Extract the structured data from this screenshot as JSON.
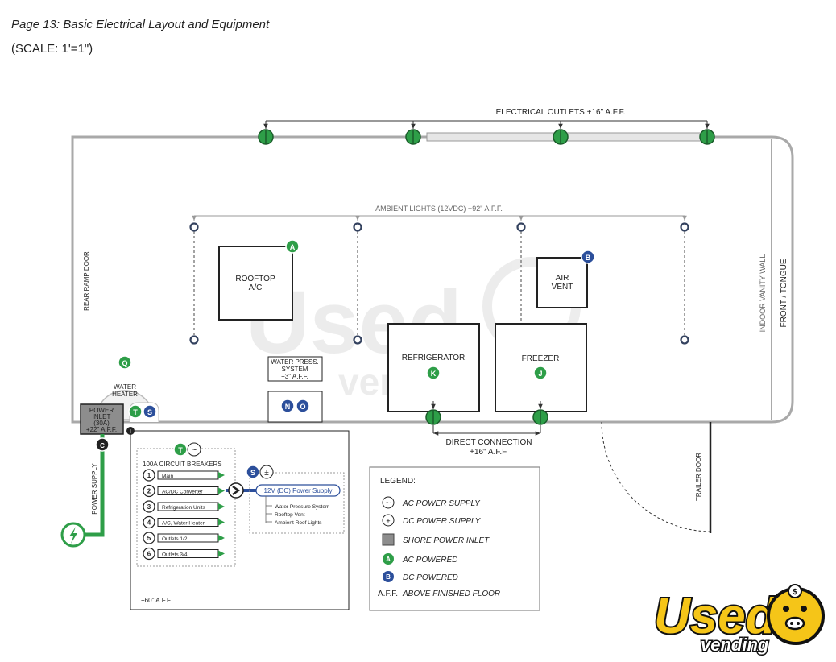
{
  "header": {
    "title": "Page 13: Basic Electrical Layout and Equipment",
    "scale": "(SCALE: 1'=1\")"
  },
  "labels": {
    "electrical_outlets": "ELECTRICAL OUTLETS +16\" A.F.F.",
    "ambient_lights": "AMBIENT LIGHTS (12VDC) +92\" A.F.F.",
    "rear_ramp_door": "REAR RAMP DOOR",
    "front_tongue": "FRONT / TONGUE",
    "indoor_vanity_wall": "INDOOR VANITY WALL",
    "trailer_door": "TRAILER DOOR",
    "direct_connection_1": "DIRECT CONNECTION",
    "direct_connection_2": "+16\" A.F.F.",
    "power_supply": "POWER SUPPLY",
    "aff_60": "+60\" A.F.F."
  },
  "equipment": {
    "rooftop_ac_1": "ROOFTOP",
    "rooftop_ac_2": "A/C",
    "air_vent_1": "AIR",
    "air_vent_2": "VENT",
    "refrigerator": "REFRIGERATOR",
    "freezer": "FREEZER",
    "water_heater_1": "WATER",
    "water_heater_2": "HEATER",
    "water_press_1": "WATER PRESS.",
    "water_press_2": "SYSTEM",
    "water_press_3": "+3\" A.F.F.",
    "power_inlet_1": "POWER",
    "power_inlet_2": "INLET",
    "power_inlet_3": "(30A)",
    "power_inlet_4": "+22\" A.F.F."
  },
  "badges": {
    "a": "A",
    "b": "B",
    "k": "K",
    "j": "J",
    "q": "Q",
    "t": "T",
    "s": "S",
    "n": "N",
    "o": "O",
    "c": "C",
    "i": "I"
  },
  "panel": {
    "title": "100A CIRCUIT BREAKERS",
    "breakers": [
      {
        "num": "1",
        "label": "Main"
      },
      {
        "num": "2",
        "label": "AC/DC Converter"
      },
      {
        "num": "3",
        "label": "Refrigeration Units"
      },
      {
        "num": "4",
        "label": "A/C, Water Heater"
      },
      {
        "num": "5",
        "label": "Outlets 1/2"
      },
      {
        "num": "6",
        "label": "Outlets 3/4"
      }
    ],
    "dc_supply": "12V (DC) Power Supply",
    "dc_items": [
      "Water Pressure System",
      "Rooftop Vent",
      "Ambient Roof Lights"
    ]
  },
  "legend": {
    "title": "LEGEND:",
    "items": [
      {
        "symbol": "~",
        "label": "AC POWER SUPPLY"
      },
      {
        "symbol": "±",
        "label": "DC POWER SUPPLY"
      },
      {
        "symbol": "",
        "label": "SHORE POWER INLET"
      },
      {
        "symbol": "A",
        "label": "AC POWERED"
      },
      {
        "symbol": "B",
        "label": "DC POWERED"
      },
      {
        "symbol": "A.F.F.",
        "label": "ABOVE FINISHED FLOOR"
      }
    ]
  },
  "watermark": {
    "line1": "Used",
    "line2": "vending"
  },
  "logo": {
    "line1": "Used",
    "line2": "vending"
  },
  "colors": {
    "green": "#2e9e48",
    "blue": "#2c4f9b",
    "wall": "#a9a9a9",
    "logo_yellow": "#f5c518"
  }
}
